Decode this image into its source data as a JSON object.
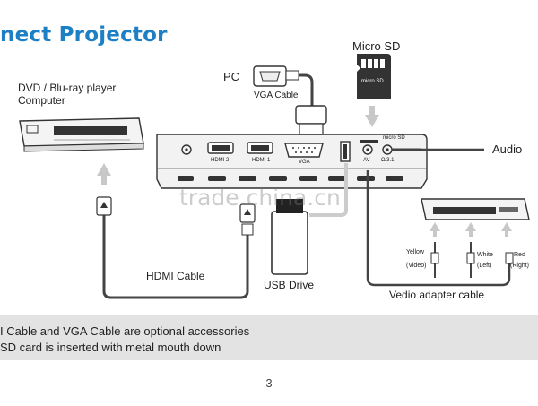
{
  "title": "nect Projector",
  "labels": {
    "micro_sd": "Micro SD",
    "sd_card_brand": "micro SD",
    "pc": "PC",
    "vga_cable": "VGA Cable",
    "dvd_line1": "DVD / Blu-ray player",
    "dvd_line2": "Computer",
    "audio": "Audio",
    "hdmi_cable": "HDMI Cable",
    "usb_drive": "USB Drive",
    "vedio_adapter_cable": "Vedio adapter cable",
    "yellow": "Yellow",
    "yellow_sub": "(Video)",
    "white": "White",
    "white_sub": "(Left)",
    "red": "Red",
    "red_sub": "(Right)"
  },
  "ports": {
    "hdmi2": "HDMI 2",
    "hdmi1": "HDMI 1",
    "vga": "VGA",
    "av": "AV",
    "audio_jack": "Ω/3.1",
    "micro_sd_slot": "micro SD"
  },
  "notes": {
    "line1": "I Cable and VGA Cable are optional accessories",
    "line2": " SD card is inserted with metal mouth down"
  },
  "watermark": "trade.china.cn",
  "page_number": "3"
}
